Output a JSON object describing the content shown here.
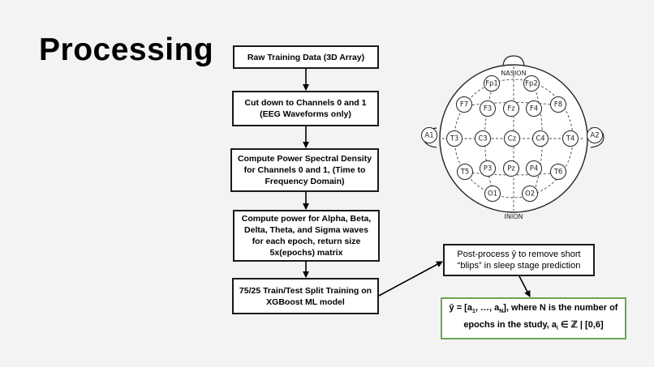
{
  "slide": {
    "title": "Processing"
  },
  "flow": {
    "step1": "Raw Training Data (3D Array)",
    "step2": "Cut down to Channels 0 and 1 (EEG Waveforms only)",
    "step3": "Compute Power Spectral Density for Channels 0 and 1, (Time to Frequency Domain)",
    "step4": "Compute power for Alpha, Beta, Delta, Theta, and Sigma waves for each epoch, return size 5x(epochs) matrix",
    "step5": "75/25 Train/Test Split Training on XGBoost ML model",
    "postprocess": "Post-process ŷ to remove short “blips” in sleep stage prediction",
    "output": {
      "part1": "ŷ = [a",
      "sub1": "1",
      "part2": ", …, a",
      "subN": "N",
      "part3": "], where N is the number of epochs in the study, a",
      "subi": "i",
      "part4": " ∈ ℤ | [0,6]"
    }
  },
  "eeg_diagram": {
    "top_label": "NASION",
    "bottom_label": "INION",
    "electrodes": [
      "Fp1",
      "Fp2",
      "F7",
      "F3",
      "Fz",
      "F4",
      "F8",
      "A1",
      "T3",
      "C3",
      "Cz",
      "C4",
      "T4",
      "A2",
      "T5",
      "P3",
      "Pz",
      "P4",
      "T6",
      "O1",
      "O2"
    ]
  },
  "colors": {
    "background": "#f3f3f3",
    "box_border": "#1a1a1a",
    "output_border": "#6aa84f"
  }
}
